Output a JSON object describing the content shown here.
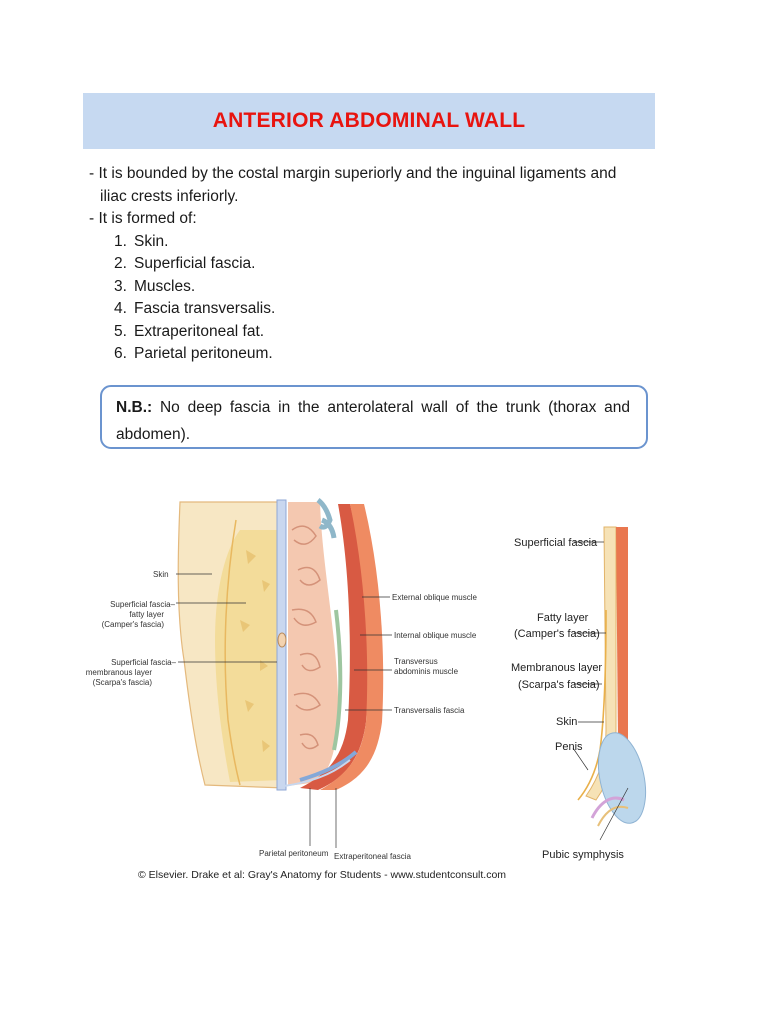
{
  "title": "ANTERIOR ABDOMINAL WALL",
  "para1_line1": "- It is bounded by the costal margin superiorly and the inguinal ligaments and",
  "para1_line2": "iliac crests inferiorly.",
  "para2": "- It is formed of:",
  "list": [
    {
      "num": "1.",
      "text": "Skin."
    },
    {
      "num": "2.",
      "text": "Superficial fascia."
    },
    {
      "num": "3.",
      "text": "Muscles."
    },
    {
      "num": "4.",
      "text": "Fascia transversalis."
    },
    {
      "num": "5.",
      "text": "Extraperitoneal fat."
    },
    {
      "num": "6.",
      "text": "Parietal peritoneum."
    }
  ],
  "note": {
    "label": "N.B.:",
    "text": " No deep fascia in the anterolateral wall of the trunk (thorax and abdomen)."
  },
  "figure_left": {
    "skin": "Skin",
    "sf_fatty_1": "Superficial fascia–",
    "sf_fatty_2": "fatty layer",
    "sf_fatty_3": "(Camper's fascia)",
    "sf_memb_1": "Superficial fascia–",
    "sf_memb_2": "membranous layer",
    "sf_memb_3": "(Scarpa's fascia)",
    "ext_oblique": "External oblique muscle",
    "int_oblique": "Internal oblique muscle",
    "transversus_1": "Transversus",
    "transversus_2": "abdominis muscle",
    "transversalis": "Transversalis fascia",
    "parietal": "Parietal peritoneum",
    "extraperitoneal": "Extraperitoneal fascia"
  },
  "figure_right": {
    "superficial": "Superficial fascia",
    "fatty_1": "Fatty layer",
    "fatty_2": "(Camper's fascia)",
    "memb_1": "Membranous layer",
    "memb_2": "(Scarpa's fascia)",
    "skin": "Skin",
    "penis": "Penis",
    "pubic": "Pubic symphysis"
  },
  "credit": "© Elsevier. Drake et al: Gray's Anatomy for Students - www.studentconsult.com"
}
